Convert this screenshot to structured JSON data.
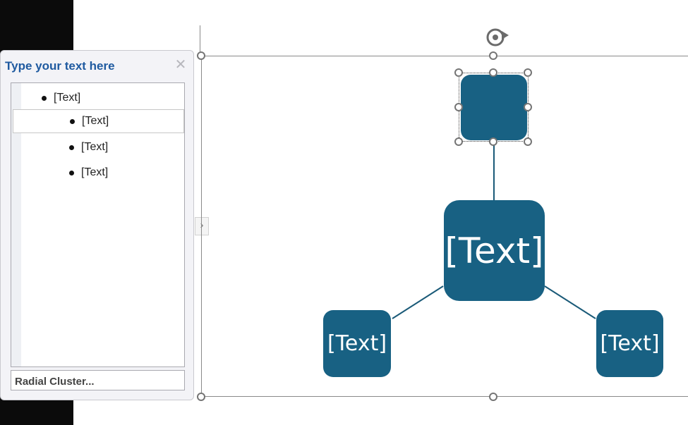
{
  "text_pane": {
    "title": "Type your text here",
    "close_glyph": "✕",
    "items": [
      {
        "text": "[Text]",
        "level": 1
      },
      {
        "text": "[Text]",
        "level": 2,
        "selected": true
      },
      {
        "text": "[Text]",
        "level": 2
      },
      {
        "text": "[Text]",
        "level": 2
      }
    ],
    "layout_name": "Radial Cluster...",
    "toggle_glyph": "›"
  },
  "diagram": {
    "center_label": "[Text]",
    "top_label": "",
    "left_label": "[Text]",
    "right_label": "[Text]"
  },
  "colors": {
    "shape_fill": "#186183",
    "pane_title": "#1f5aa0",
    "connector": "#1a5a78"
  },
  "icons": {
    "rotate": "rotate-handle-icon",
    "close": "close-icon",
    "toggle": "chevron-right-icon"
  }
}
